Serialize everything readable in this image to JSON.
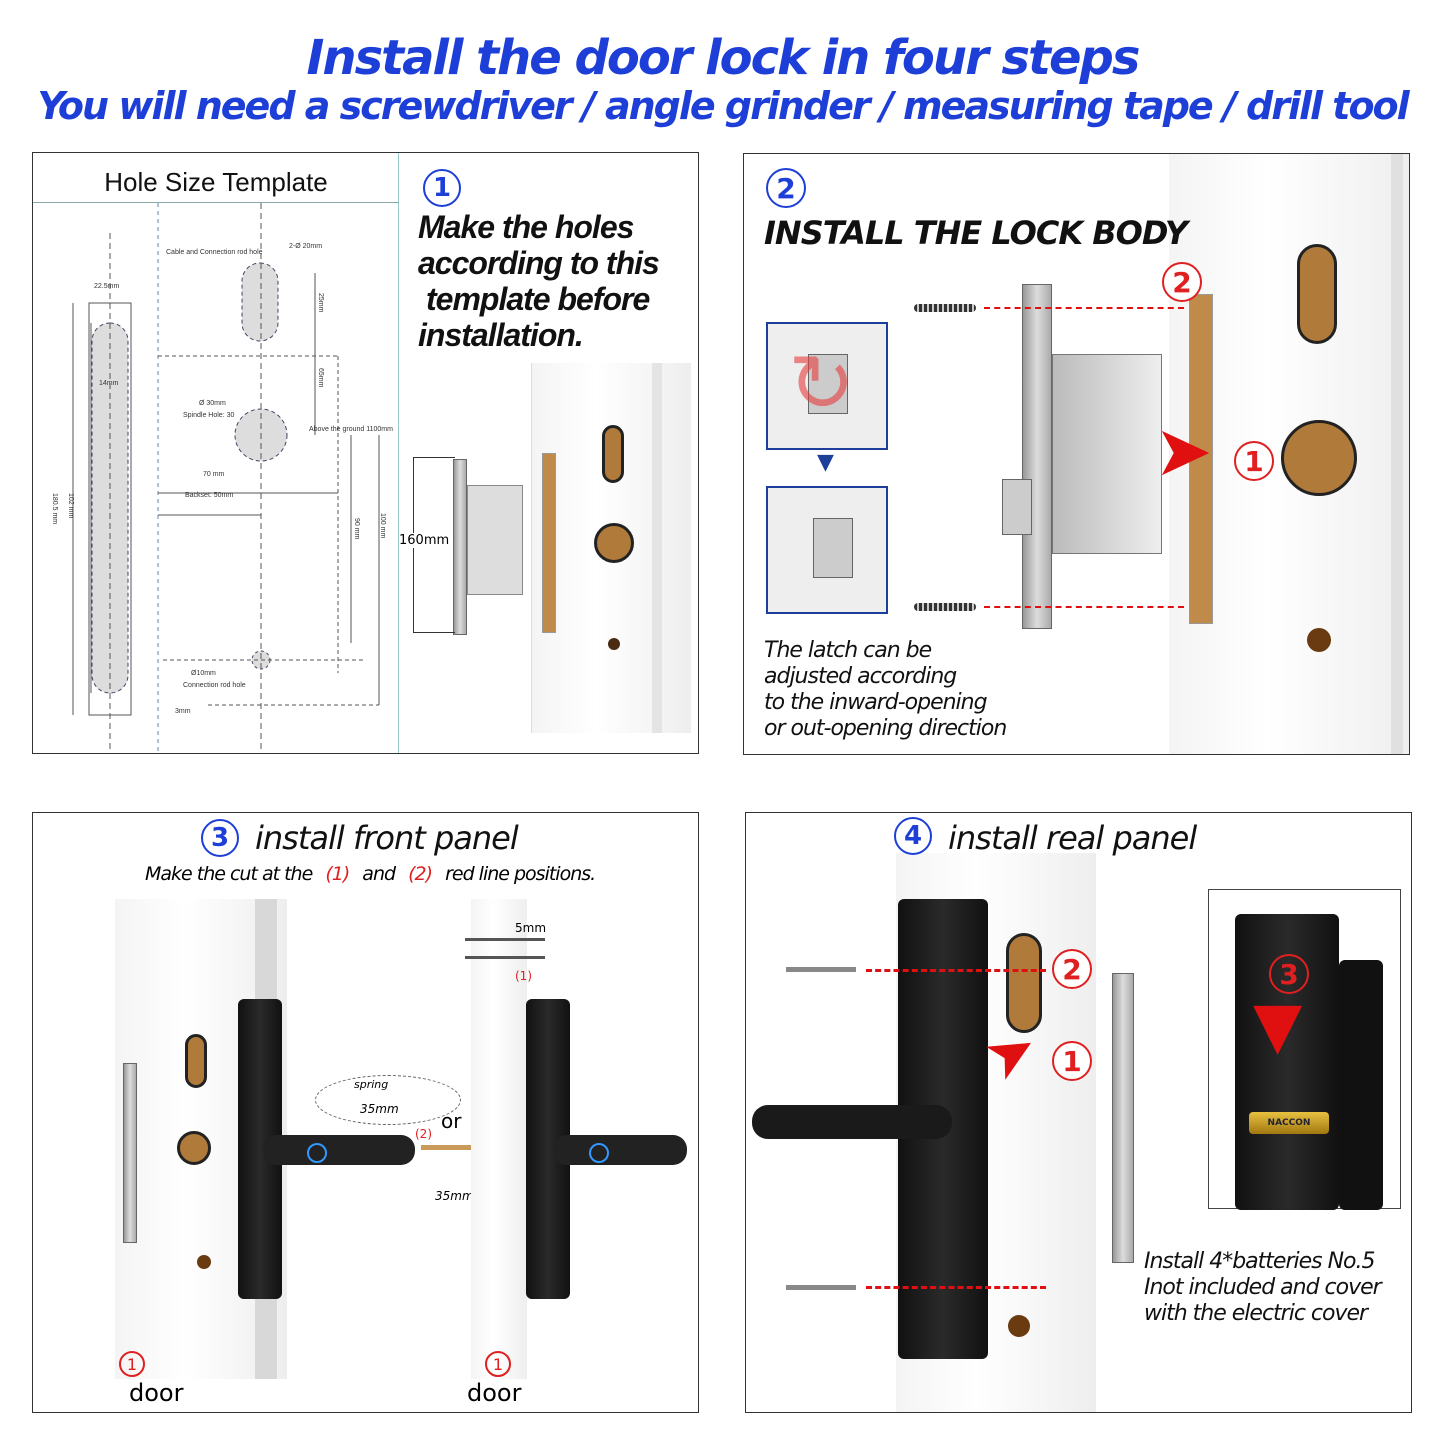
{
  "header": {
    "title": "Install the door lock in  four steps",
    "subtitle": "You will need a screwdriver / angle grinder / measuring tape / drill tool"
  },
  "colors": {
    "accent": "#1d3fd8",
    "marker": "#e02020"
  },
  "step1": {
    "number": "1",
    "template_title": "Hole Size Template",
    "instruction": [
      "Make the holes",
      "according to this",
      "template before",
      "installation."
    ],
    "lock_height": "160mm",
    "template_labels": {
      "cable_hole": "Cable and Connection rod hole",
      "dia20": "2-Ø 20mm",
      "w22": "22.5mm",
      "h25": "25mm",
      "w14": "14mm",
      "h65": "65mm",
      "dia30": "Ø 30mm",
      "spindle": "Spindle Hole: 30",
      "ground": "Above the ground 1100mm",
      "w70": "70 mm",
      "backset": "Backset: 50mm",
      "h1805": "180.5 mm",
      "h102": "102 mm",
      "h90": "90 mm",
      "h100": "100 mm",
      "dia10": "Ø10mm",
      "rod_hole": "Connection rod hole",
      "w3": "3mm"
    }
  },
  "step2": {
    "number": "2",
    "title": "INSTALL THE LOCK BODY",
    "markers": [
      "2",
      "1"
    ],
    "note": [
      "The latch can be",
      "adjusted according",
      "to the inward-opening",
      "or out-opening direction"
    ]
  },
  "step3": {
    "number": "3",
    "title": "install front panel",
    "subtitle_parts": [
      "Make the cut at the",
      "(1)",
      "and",
      "(2)",
      "red line positions."
    ],
    "labels": {
      "spring": "spring",
      "spring_len": "35mm",
      "or": "or",
      "cut2": "(2)",
      "len35": "35mm",
      "len5": "5mm",
      "cut1": "(1)"
    },
    "door_marker": "1",
    "door_label": "door"
  },
  "step4": {
    "number": "4",
    "title": "install real panel",
    "markers": [
      "2",
      "1",
      "3"
    ],
    "note": [
      "Install 4*batteries No.5",
      "Inot included and cover",
      "with the electric cover"
    ],
    "battery_label": "NACCON"
  }
}
